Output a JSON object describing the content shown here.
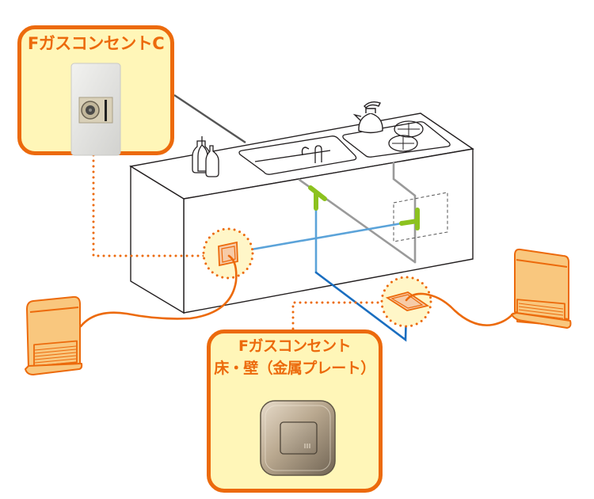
{
  "colors": {
    "accent_orange": "#ec6a0c",
    "callout_fill": "#fff6b8",
    "gas_pipe_blue": "#5ba3d9",
    "gas_pipe_dark_blue": "#1a6ec0",
    "connector_green": "#8cc21f",
    "existing_pipe_gray": "#9a9a9a",
    "heater_fill": "#f9c77e"
  },
  "callouts": {
    "wall_outlet_c": {
      "title": "FガスコンセントC",
      "product_image": "gas-outlet-c-white-plate"
    },
    "floor_wall_outlet": {
      "title_line1": "Fガスコンセント",
      "title_line2": "床・壁（金属プレート）",
      "product_image": "gas-outlet-metal-plate"
    }
  },
  "diagram": {
    "counter_items": [
      "bottles",
      "sink-with-faucet",
      "kettle",
      "gas-stove-burners"
    ],
    "left_heater": "fan-heater-icon",
    "right_heater": "fan-heater-icon",
    "outlets": [
      "wall-outlet-on-cabinet-side",
      "floor-outlet"
    ]
  }
}
